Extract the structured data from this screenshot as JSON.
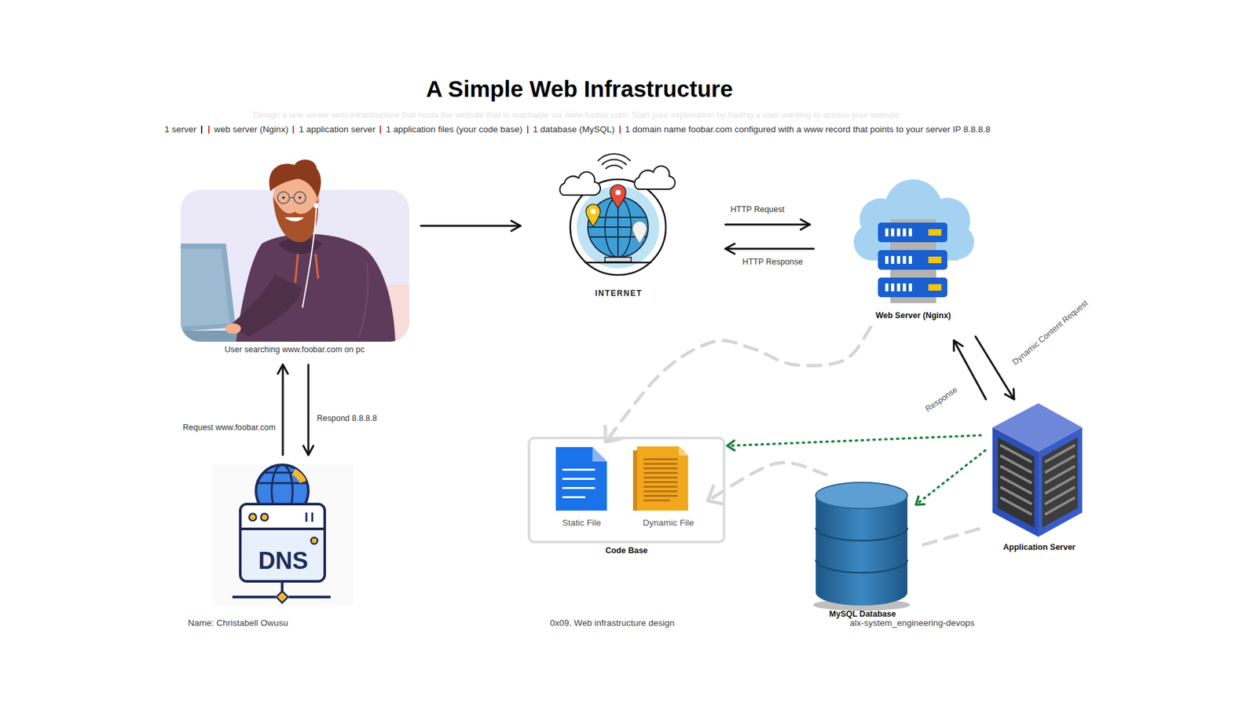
{
  "diagram": {
    "title": "A Simple Web Infrastructure",
    "nodes": [
      {
        "text": [
          "User searching www.foobar.com on pc"
        ]
      },
      {
        "text": [
          "INTERNET"
        ]
      },
      {
        "text": [
          "Web Server (Nginx)"
        ]
      },
      {
        "text": [
          "DNS"
        ]
      },
      {
        "text": [
          "Code Base"
        ]
      },
      {
        "text": [
          "Static File"
        ],
        "in": 4
      },
      {
        "text": [
          "Dynamic File"
        ],
        "in": 4
      },
      {
        "text": [
          "MySQL Database"
        ]
      },
      {
        "text": [
          "Application Server"
        ]
      }
    ],
    "edges": [
      {
        "from": 0,
        "to": 1,
        "arrow": "to"
      },
      {
        "from": 1,
        "to": 2,
        "label": "HTTP Request",
        "arrow": "to"
      },
      {
        "from": 2,
        "to": 1,
        "label": "HTTP Response",
        "arrow": "to"
      },
      {
        "from": 3,
        "to": 0,
        "label": "Request www.foobar.com",
        "arrow": "to"
      },
      {
        "from": 0,
        "to": 3,
        "label": "Respond 8.8.8.8",
        "arrow": "to"
      },
      {
        "from": 2,
        "to": 8,
        "label": "Dynamic Content Request",
        "arrow": "to"
      },
      {
        "from": 8,
        "to": 2,
        "label": "Response",
        "arrow": "to"
      },
      {
        "from": 2,
        "to": 5,
        "arrow": "to"
      },
      {
        "from": 7,
        "to": 6,
        "arrow": "to"
      },
      {
        "from": 8,
        "to": 4,
        "arrow": "to"
      },
      {
        "from": 8,
        "to": 7,
        "arrow": "to"
      },
      {
        "from": 8,
        "to": 7,
        "arrow": "none"
      }
    ],
    "labels": [
      "Design a one server web infrastructure that hosts the website that is reachable via www.foobar.com. Start your explanation by having a user wanting to access your website.",
      "1 server",
      "web server (Nginx)",
      "1 application server",
      "1 application files (your code base)",
      "1 database (MySQL)",
      "1 domain name foobar.com configured with a www record that points to your server IP 8.8.8.8",
      "Name: Christabell Owusu",
      "0x09. Web infrastructure design",
      "alx-system_engineering-devops"
    ]
  }
}
